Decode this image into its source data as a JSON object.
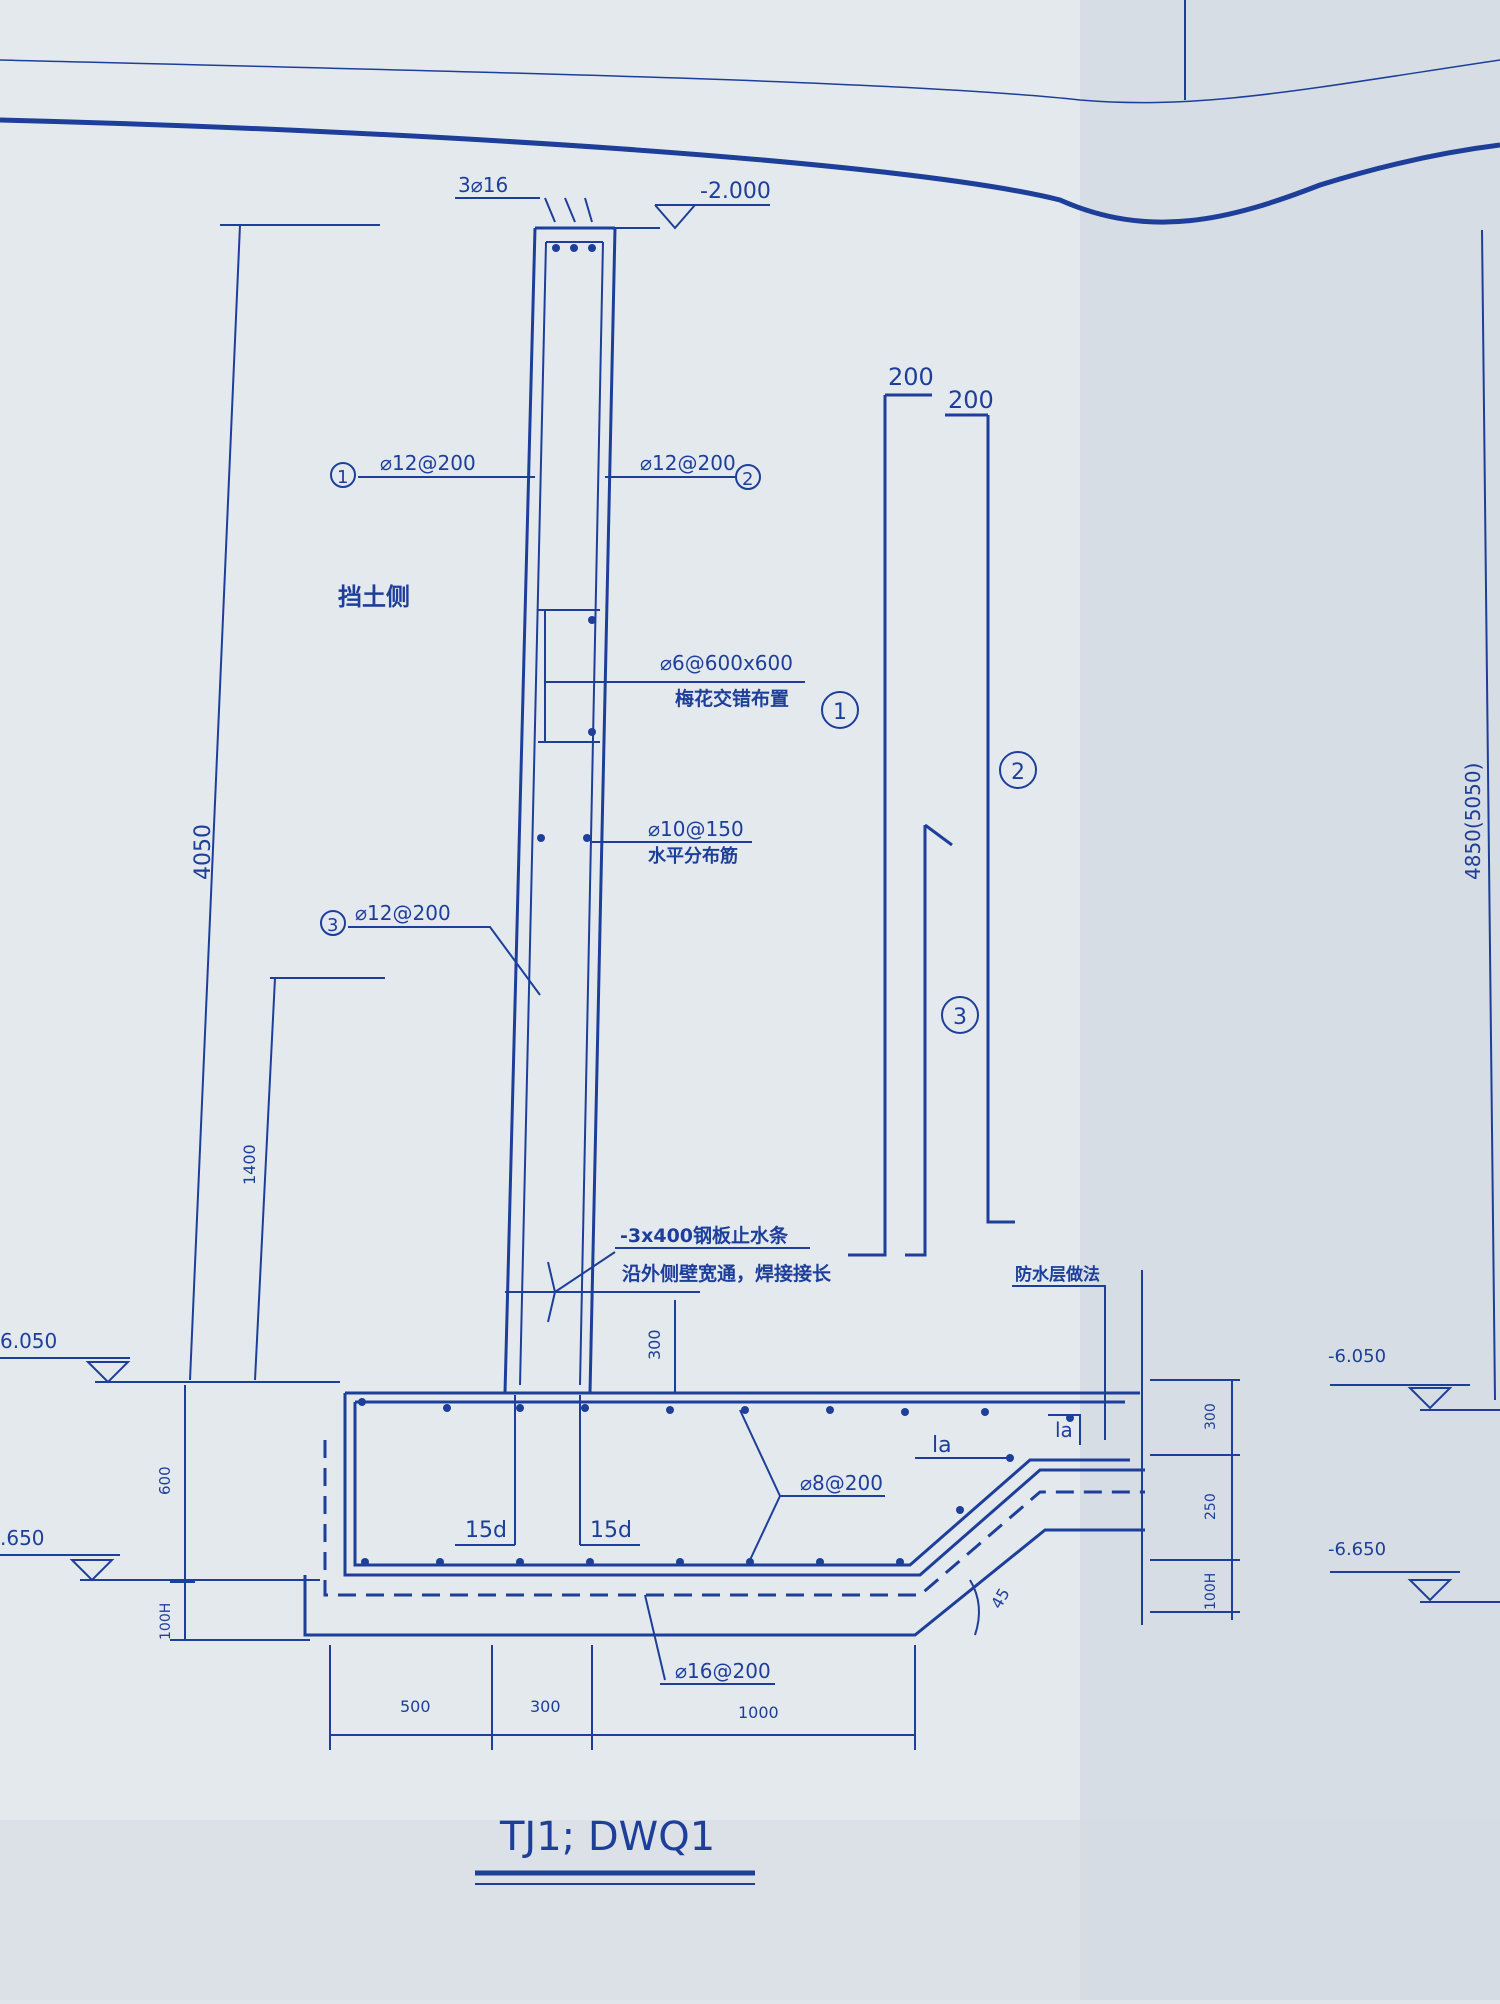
{
  "colors": {
    "paper": "#e4e9ee",
    "ink": "#1d3f9a",
    "shadow": "#c4ccd6"
  },
  "title": "TJ1; DWQ1",
  "elevations": {
    "top": "-2.000",
    "left_upper": "6.050",
    "left_lower": ".650",
    "right_upper": "-6.050",
    "right_lower": "-6.650"
  },
  "dimensions": {
    "wall_height": "4050",
    "lower_vertical": "1400",
    "waterstop_height": "300",
    "base_thickness_left": "600",
    "cushion_left": "100H",
    "bottom_500": "500",
    "bottom_300": "300",
    "bottom_1000": "1000",
    "right_300": "300",
    "right_250": "250",
    "right_100": "100H",
    "bar_200_a": "200",
    "bar_200_b": "200",
    "right_edge": "4850(5050)",
    "anchor_15d_left": "15d",
    "anchor_15d_right": "15d",
    "la_left": "la",
    "la_right": "la",
    "angle": "45"
  },
  "rebar": {
    "top_bars": "3⌀16",
    "bar1": "⌀12@200",
    "bar2": "⌀12@200",
    "bar3": "⌀12@200",
    "tie_spec": "⌀6@600x600",
    "tie_note": "梅花交错布置",
    "horizontal_spec": "⌀10@150",
    "horizontal_note": "水平分布筋",
    "waterstop_spec": "-3x400钢板止水条",
    "waterstop_note": "沿外侧壁宽通，焊接接长",
    "slab_bars": "⌀8@200",
    "bottom_bars": "⌀16@200"
  },
  "labels": {
    "retaining_side": "挡土侧",
    "waterproof": "防水层做法",
    "mark1": "1",
    "mark2": "2",
    "mark3": "3"
  }
}
